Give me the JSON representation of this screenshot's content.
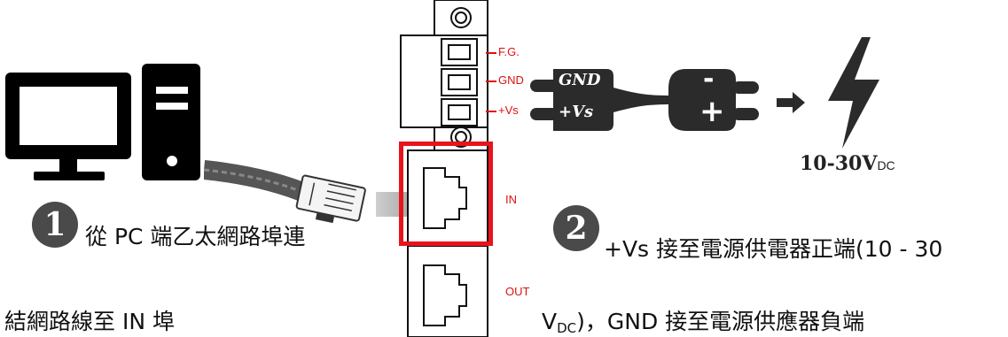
{
  "steps": [
    {
      "number": "1",
      "text_line1": "從 PC 端乙太網路埠連",
      "text_line2": "結網路線至 IN 埠"
    },
    {
      "number": "2",
      "text_line1_pre": "+Vs 接至電源供電器正端(10 - 30",
      "text_line2_v": "V",
      "text_line2_sub": "DC",
      "text_line2_rest": ")，GND 接至電源供應器負端"
    }
  ],
  "terminal": {
    "fg": "F.G.",
    "gnd": "GND",
    "vs": "+Vs"
  },
  "ports": {
    "in": "IN",
    "out": "OUT"
  },
  "cable": {
    "gnd": "GND",
    "vs": "+Vs",
    "minus": "-",
    "plus": "+"
  },
  "voltage": {
    "value": "10-30V",
    "unit": "DC"
  },
  "colors": {
    "highlight": "#e8141c",
    "label_red": "#d11111",
    "dark": "#2b2b2b",
    "step_circle": "#4a4a4a"
  },
  "icons": [
    "computer-monitor-icon",
    "pc-tower-icon",
    "ethernet-cable-icon",
    "arrow-right-icon",
    "lightning-bolt-icon"
  ]
}
